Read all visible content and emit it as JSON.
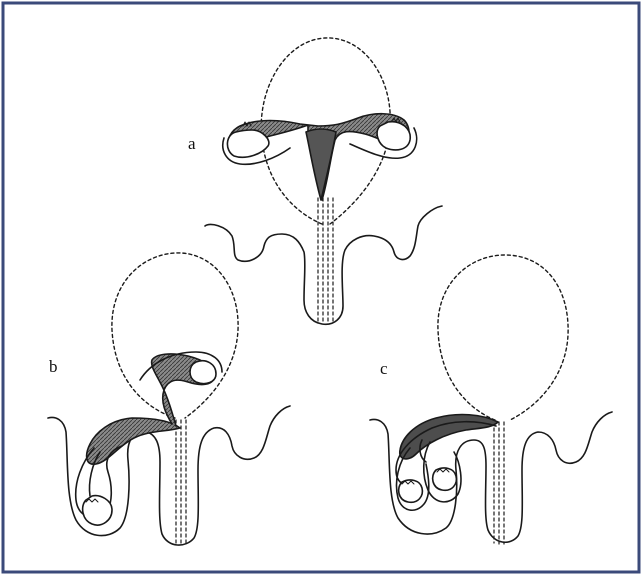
{
  "figure": {
    "panels": [
      {
        "label": "a"
      },
      {
        "label": "b"
      },
      {
        "label": "c"
      }
    ],
    "colors": {
      "frame": "#3b4a7a",
      "ink": "#1a1a1a",
      "shade": "#6f6f6f",
      "background": "#ffffff"
    }
  }
}
